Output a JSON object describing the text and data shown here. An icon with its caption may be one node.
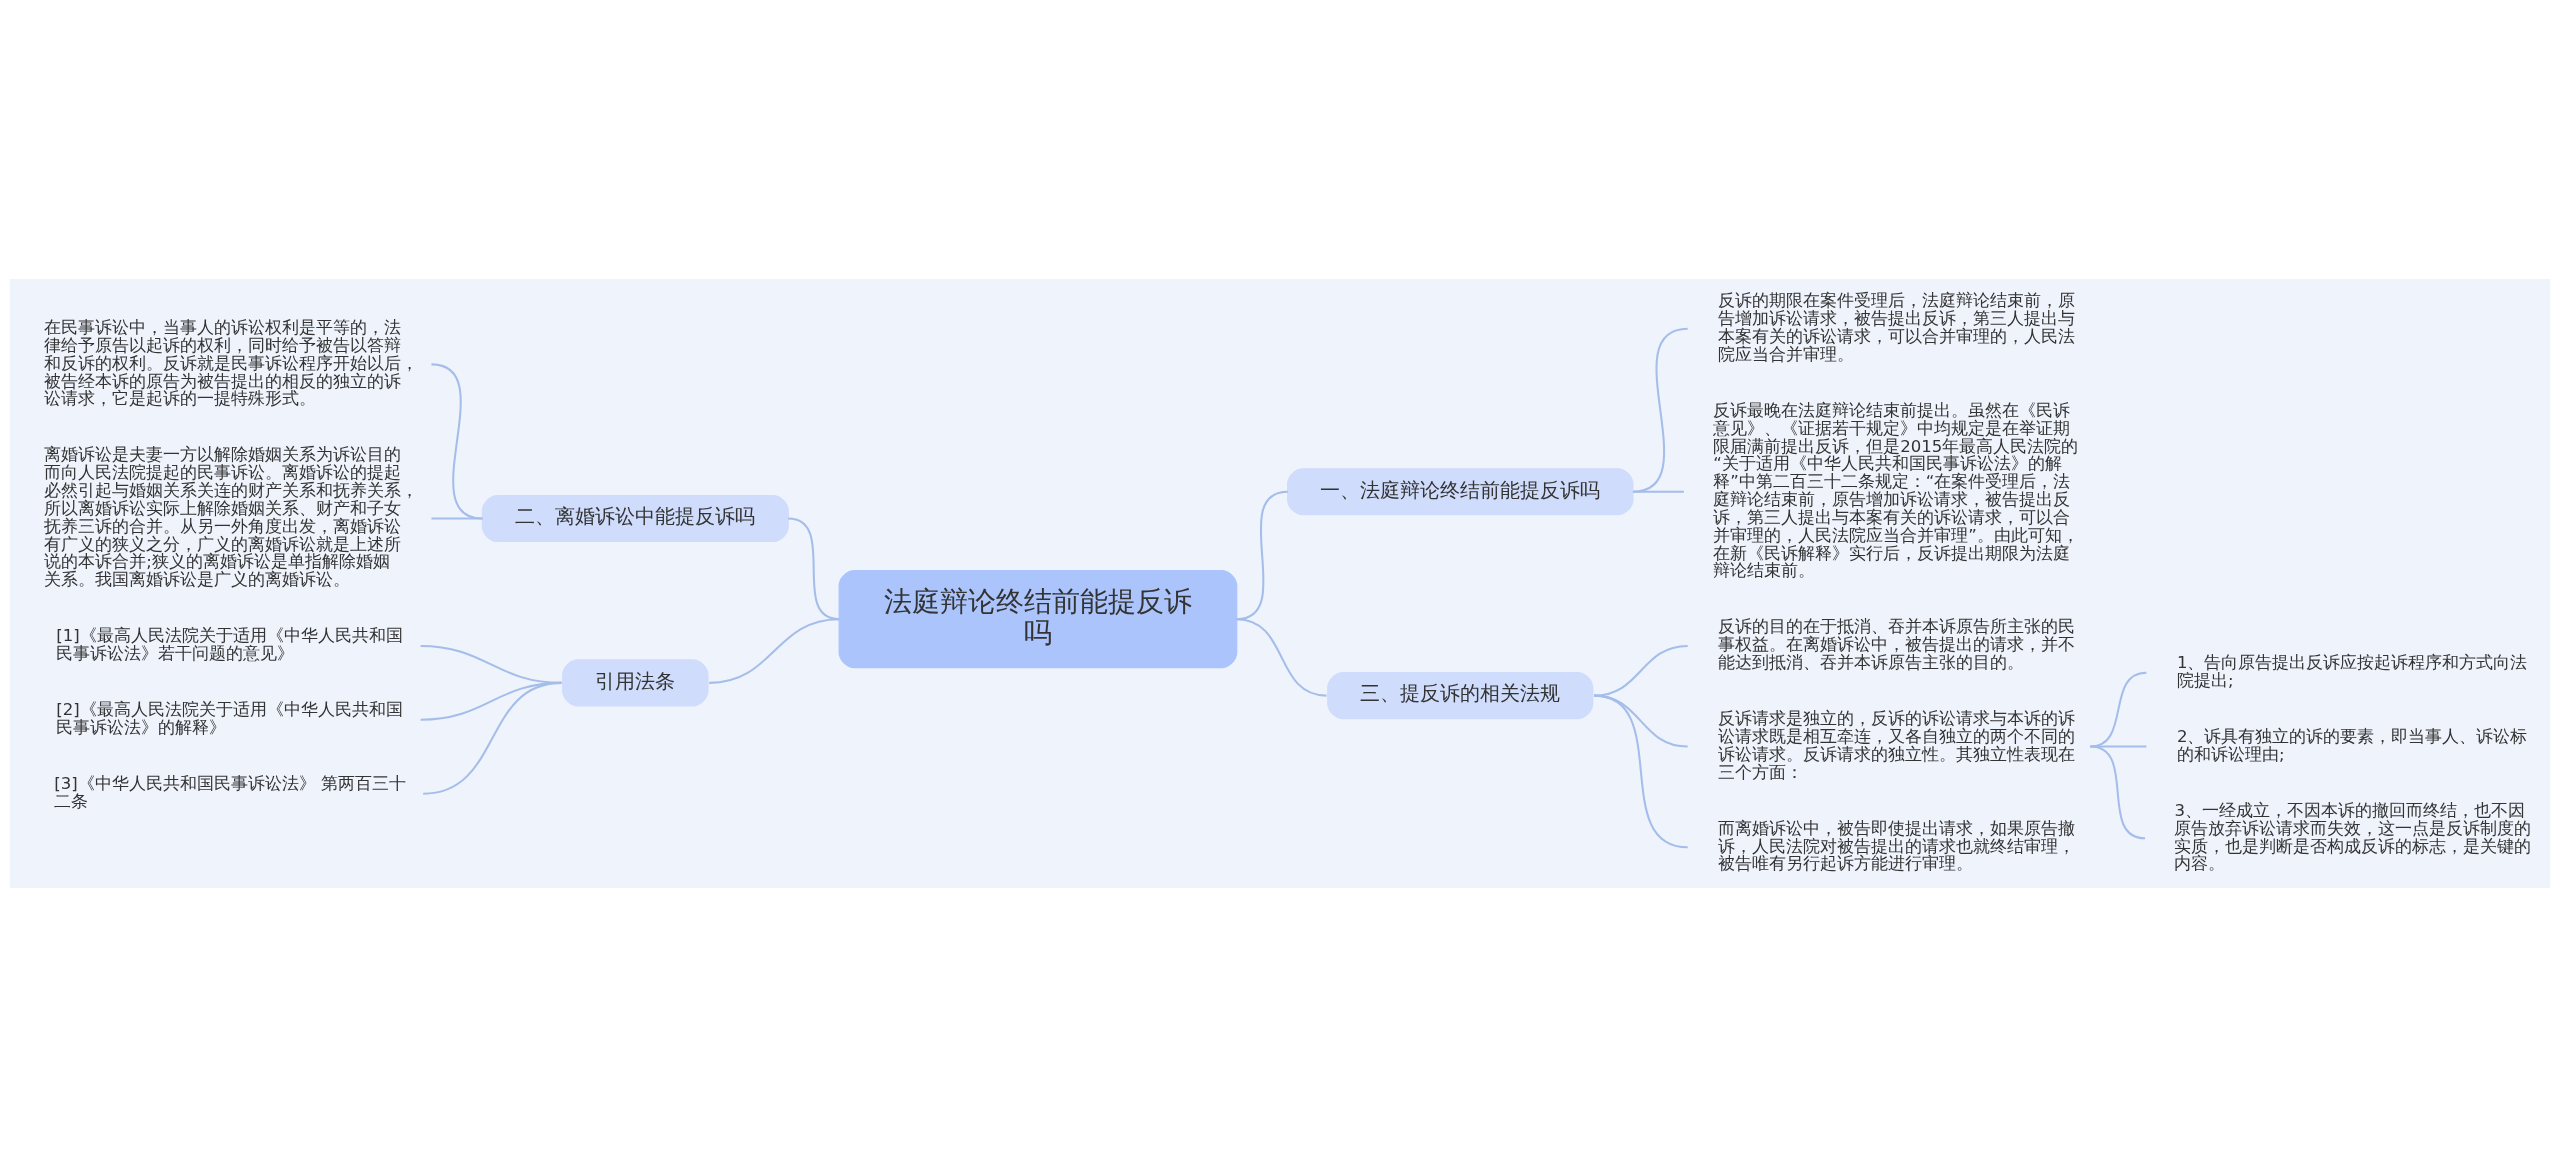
{
  "diagram": {
    "nodes": [
      {
        "text": [
          "法庭辩论终结前能提反诉吗"
        ]
      },
      {
        "text": [
          "一、法庭辩论终结前能提反诉吗"
        ]
      },
      {
        "text": [
          "反诉的期限在案件受理后，法庭辩论结束前，原告增加诉讼请求，被告提出反诉，第三人提出与本案有关的诉讼请求，可以合并审理的，人民法院应当合并审理。"
        ]
      },
      {
        "text": [
          "反诉最晚在法庭辩论结束前提出。虽然在《民诉意见》、《证据若干规定》中均规定是在举证期限届满前提出反诉，但是2015年最高人民法院的“关于适用《中华人民共和国民事诉讼法》的解释”中第二百三十二条规定：“在案件受理后，法庭辩论结束前，原告增加诉讼请求，被告提出反诉，第三人提出与本案有关的诉讼请求，可以合并审理的，人民法院应当合并审理”。由此可知，在新《民诉解释》实行后，反诉提出期限为法庭辩论结束前。"
        ]
      },
      {
        "text": [
          "二、离婚诉讼中能提反诉吗"
        ]
      },
      {
        "text": [
          "在民事诉讼中，当事人的诉讼权利是平等的，法律给予原告以起诉的权利，同时给予被告以答辩和反诉的权利。反诉就是民事诉讼程序开始以后，被告经本诉的原告为被告提出的相反的独立的诉讼请求，它是起诉的一提特殊形式。"
        ]
      },
      {
        "text": [
          "离婚诉讼是夫妻一方以解除婚姻关系为诉讼目的而向人民法院提起的民事诉讼。离婚诉讼的提起必然引起与婚姻关系关连的财产关系和抚养关系，所以离婚诉讼实际上解除婚姻关系、财产和子女抚养三诉的合并。从另一外角度出发，离婚诉讼有广义的狭义之分，广义的离婚诉讼就是上述所说的本诉合并;狭义的离婚诉讼是单指解除婚姻关系。我国离婚诉讼是广义的离婚诉讼。"
        ]
      },
      {
        "text": [
          "三、提反诉的相关法规"
        ]
      },
      {
        "text": [
          "反诉的目的在于抵消、吞并本诉原告所主张的民事权益。在离婚诉讼中，被告提出的请求，并不能达到抵消、吞并本诉原告主张的目的。"
        ]
      },
      {
        "text": [
          "反诉请求是独立的，反诉的诉讼请求与本诉的诉讼请求既是相互牵连，又各自独立的两个不同的诉讼请求。反诉请求的独立性。其独立性表现在三个方面："
        ]
      },
      {
        "text": [
          "1、告向原告提出反诉应按起诉程序和方式向法院提出;"
        ]
      },
      {
        "text": [
          "2、诉具有独立的诉的要素，即当事人、诉讼标的和诉讼理由;"
        ]
      },
      {
        "text": [
          "3、一经成立，不因本诉的撤回而终结，也不因原告放弃诉讼请求而失效，这一点是反诉制度的实质，也是判断是否构成反诉的标志，是关键的内容。"
        ]
      },
      {
        "text": [
          "而离婚诉讼中，被告即使提出请求，如果原告撤诉，人民法院对被告提出的请求也就终结审理，被告唯有另行起诉方能进行审理。"
        ]
      },
      {
        "text": [
          "引用法条"
        ]
      },
      {
        "text": [
          "[1]《最高人民法院关于适用《中华人民共和国民事诉讼法》若干问题的意见》"
        ]
      },
      {
        "text": [
          "[2]《最高人民法院关于适用《中华人民共和国民事诉讼法》的解释》"
        ]
      },
      {
        "text": [
          "[3]《中华人民共和国民事诉讼法》 第两百三十二条"
        ]
      }
    ],
    "edges": [
      {
        "from": 0,
        "to": 1,
        "arrow": "none"
      },
      {
        "from": 1,
        "to": 2,
        "arrow": "none"
      },
      {
        "from": 1,
        "to": 3,
        "arrow": "none"
      },
      {
        "from": 4,
        "to": 0,
        "arrow": "none"
      },
      {
        "from": 5,
        "to": 4,
        "arrow": "none"
      },
      {
        "from": 6,
        "to": 4,
        "arrow": "none"
      },
      {
        "from": 0,
        "to": 7,
        "arrow": "none"
      },
      {
        "from": 7,
        "to": 8,
        "arrow": "none"
      },
      {
        "from": 7,
        "to": 9,
        "arrow": "none"
      },
      {
        "from": 9,
        "to": 10,
        "arrow": "none"
      },
      {
        "from": 9,
        "to": 11,
        "arrow": "none"
      },
      {
        "from": 9,
        "to": 12,
        "arrow": "none"
      },
      {
        "from": 7,
        "to": 13,
        "arrow": "none"
      },
      {
        "from": 14,
        "to": 0,
        "arrow": "none"
      },
      {
        "from": 15,
        "to": 14,
        "arrow": "none"
      },
      {
        "from": 16,
        "to": 14,
        "arrow": "none"
      },
      {
        "from": 17,
        "to": 14,
        "arrow": "none"
      }
    ]
  }
}
